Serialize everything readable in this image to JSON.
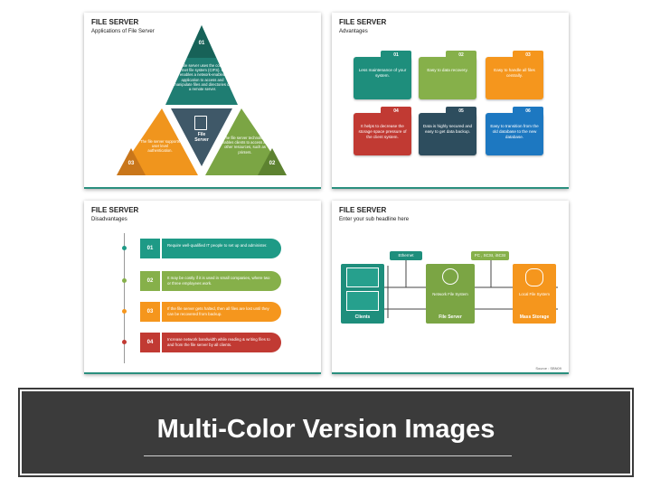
{
  "slides": {
    "apps": {
      "title": "FILE SERVER",
      "subtitle": "Applications of File Server",
      "center_label": "File\nServer",
      "items": [
        {
          "num": "01",
          "text": "The file server uses the common Internet file system (CIFS). CIFS enables a network-enabled application to access and manipulate files and directories on a remote server.",
          "color": "#1f7d72"
        },
        {
          "num": "02",
          "text": "The file server technology enables clients to access and other resources, such as printers.",
          "color": "#7ba544"
        },
        {
          "num": "03",
          "text": "The file server supports user level authentication.",
          "color": "#f0951d"
        }
      ]
    },
    "adv": {
      "title": "FILE SERVER",
      "subtitle": "Advantages",
      "items": [
        {
          "num": "01",
          "text": "Less maintenance of your system.",
          "color": "#1e8e7c"
        },
        {
          "num": "02",
          "text": "Easy to data recovery.",
          "color": "#86b04a"
        },
        {
          "num": "03",
          "text": "Easy to handle all files centrally.",
          "color": "#f5961d"
        },
        {
          "num": "04",
          "text": "It helps to decrease the storage space pressure of the client system.",
          "color": "#c13a33"
        },
        {
          "num": "05",
          "text": "Data is highly secured and easy to get data backup.",
          "color": "#2d4d5e"
        },
        {
          "num": "06",
          "text": "Easy to transition from the old database to the new database.",
          "color": "#1d78c1"
        }
      ]
    },
    "disadv": {
      "title": "FILE SERVER",
      "subtitle": "Disadvantages",
      "items": [
        {
          "num": "01",
          "text": "Require well-qualified IT people to set up and administer.",
          "color": "#1e9a86"
        },
        {
          "num": "02",
          "text": "It may be costly if it is used in small companies, where two or three employees work.",
          "color": "#86b04a"
        },
        {
          "num": "03",
          "text": "If the file server gets halted, then all files are lost until they can be recovered from backup.",
          "color": "#f5961d"
        },
        {
          "num": "04",
          "text": "Increase network bandwidth while reading & writing files to and from the file server by all clients.",
          "color": "#c13a33"
        }
      ]
    },
    "diagram": {
      "title": "FILE SERVER",
      "subtitle": "Enter your sub headline here",
      "ethernet": "Ethernet",
      "fc": "FC , SCSI, iSCSI",
      "clients": "Clients",
      "nfs": "Network File System",
      "file_server": "File Server",
      "local_fs": "Local File System",
      "mass_storage": "Mass Storage",
      "source": "Source : SBN09"
    }
  },
  "banner": {
    "text": "Multi-Color Version Images"
  }
}
